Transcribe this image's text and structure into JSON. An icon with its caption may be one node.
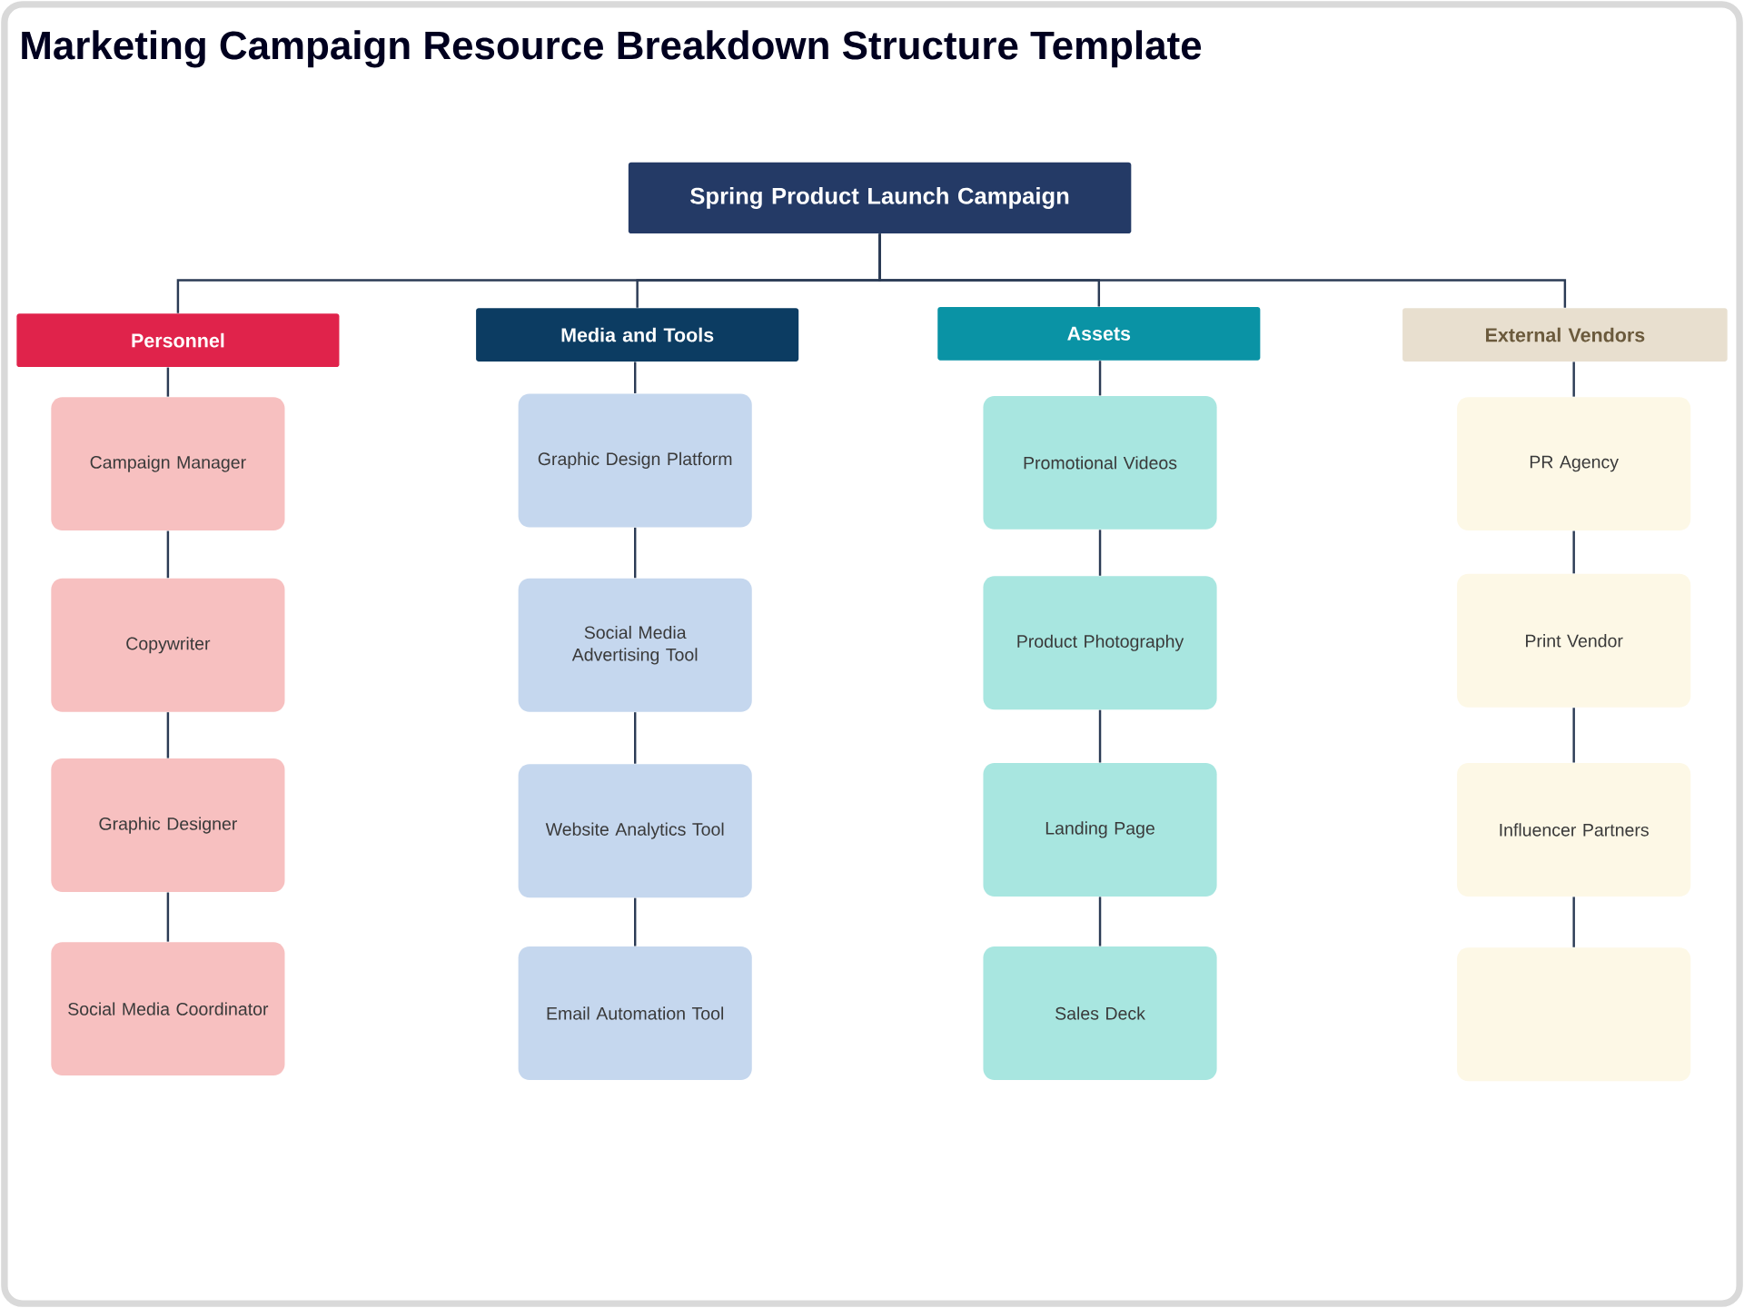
{
  "diagram": {
    "title": "Marketing Campaign Resource Breakdown Structure Template",
    "nodes": [
      {
        "text": [
          "Spring Product Launch Campaign"
        ]
      },
      {
        "text": [
          "Personnel"
        ]
      },
      {
        "text": [
          "Media and Tools"
        ]
      },
      {
        "text": [
          "Assets"
        ]
      },
      {
        "text": [
          "External Vendors"
        ]
      },
      {
        "text": [
          "Campaign Manager"
        ]
      },
      {
        "text": [
          "Copywriter"
        ]
      },
      {
        "text": [
          "Graphic Designer"
        ]
      },
      {
        "text": [
          "Social Media Coordinator"
        ]
      },
      {
        "text": [
          "Graphic Design Platform"
        ]
      },
      {
        "text": [
          "Social Media Advertising Tool"
        ]
      },
      {
        "text": [
          "Website Analytics Tool"
        ]
      },
      {
        "text": [
          "Email Automation Tool"
        ]
      },
      {
        "text": [
          "Promotional Videos"
        ]
      },
      {
        "text": [
          "Product Photography"
        ]
      },
      {
        "text": [
          "Landing Page"
        ]
      },
      {
        "text": [
          "Sales Deck"
        ]
      },
      {
        "text": [
          "PR Agency"
        ]
      },
      {
        "text": [
          "Print Vendor"
        ]
      },
      {
        "text": [
          "Influencer Partners"
        ]
      },
      {
        "text": [],
        "shape": "box"
      }
    ],
    "edges": [
      {
        "from": 0,
        "to": 1,
        "arrow": "none"
      },
      {
        "from": 0,
        "to": 2,
        "arrow": "none"
      },
      {
        "from": 0,
        "to": 3,
        "arrow": "none"
      },
      {
        "from": 0,
        "to": 4,
        "arrow": "none"
      },
      {
        "from": 1,
        "to": 5,
        "arrow": "none"
      },
      {
        "from": 5,
        "to": 6,
        "arrow": "none"
      },
      {
        "from": 6,
        "to": 7,
        "arrow": "none"
      },
      {
        "from": 7,
        "to": 8,
        "arrow": "none"
      },
      {
        "from": 2,
        "to": 9,
        "arrow": "none"
      },
      {
        "from": 9,
        "to": 10,
        "arrow": "none"
      },
      {
        "from": 10,
        "to": 11,
        "arrow": "none"
      },
      {
        "from": 11,
        "to": 12,
        "arrow": "none"
      },
      {
        "from": 3,
        "to": 13,
        "arrow": "none"
      },
      {
        "from": 13,
        "to": 14,
        "arrow": "none"
      },
      {
        "from": 14,
        "to": 15,
        "arrow": "none"
      },
      {
        "from": 15,
        "to": 16,
        "arrow": "none"
      },
      {
        "from": 4,
        "to": 17,
        "arrow": "none"
      },
      {
        "from": 17,
        "to": 18,
        "arrow": "none"
      },
      {
        "from": 18,
        "to": 19,
        "arrow": "none"
      },
      {
        "from": 19,
        "to": 20,
        "arrow": "none"
      }
    ]
  }
}
